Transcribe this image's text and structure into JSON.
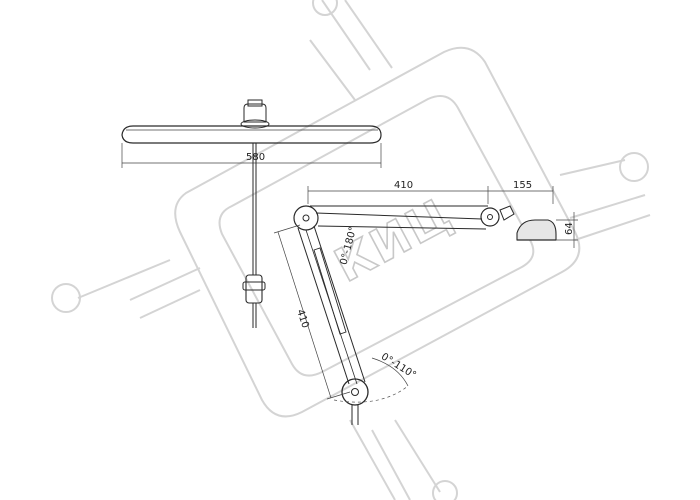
{
  "dimensions": {
    "lamp_head_width": "580",
    "arm_upper_length": "410",
    "arm_lower_length": "410",
    "head_reach": "155",
    "head_height": "64",
    "upper_joint_angle": "0°-180°",
    "lower_joint_angle": "0°-110°"
  },
  "watermark": {
    "text": "КИЦ",
    "color": "#d4d4d4"
  },
  "colors": {
    "line": "#2a2a2a",
    "head_fill": "#e6e6e6"
  }
}
